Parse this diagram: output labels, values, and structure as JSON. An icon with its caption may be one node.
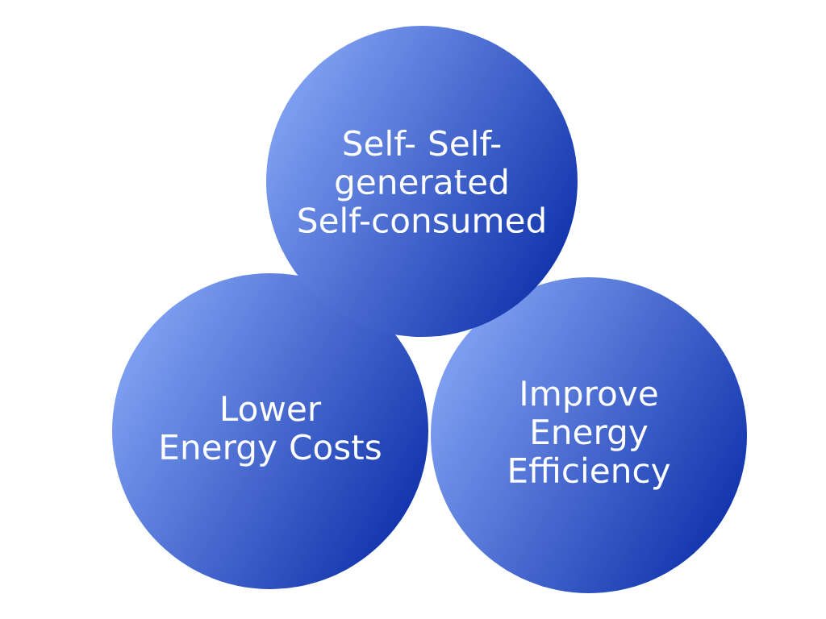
{
  "diagram": {
    "nodes": [
      {
        "text": [
          "Lower Energy Costs"
        ]
      },
      {
        "text": [
          "Improve Energy Efficiency"
        ]
      },
      {
        "text": [
          "Self- Self-generated Self-consumed"
        ]
      }
    ]
  }
}
